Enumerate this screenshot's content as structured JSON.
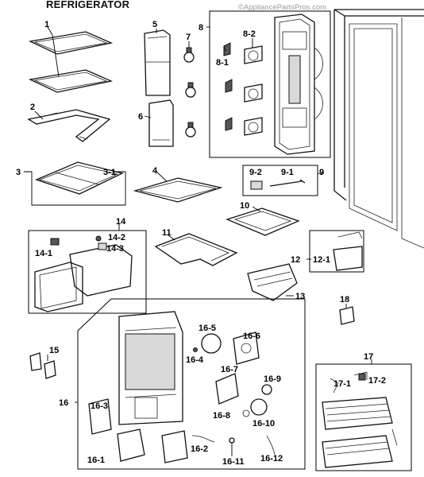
{
  "header": {
    "title": "REFRIGERATOR",
    "watermark": "©AppliancePartsPros.com"
  },
  "labels": {
    "l1": "1",
    "l2": "2",
    "l3": "3",
    "l3_1": "3-1",
    "l4": "4",
    "l5": "5",
    "l6": "6",
    "l7": "7",
    "l8": "8",
    "l8_1": "8-1",
    "l8_2": "8-2",
    "l9": "9",
    "l9_1": "9-1",
    "l9_2": "9-2",
    "l10": "10",
    "l11": "11",
    "l12": "12",
    "l12_1": "12-1",
    "l13": "13",
    "l14": "14",
    "l14_1": "14-1",
    "l14_2": "14-2",
    "l14_3": "14-3",
    "l15": "15",
    "l16": "16",
    "l16_1": "16-1",
    "l16_2": "16-2",
    "l16_3": "16-3",
    "l16_4": "16-4",
    "l16_5": "16-5",
    "l16_6": "16-6",
    "l16_7": "16-7",
    "l16_8": "16-8",
    "l16_9": "16-9",
    "l16_10": "16-10",
    "l16_11": "16-11",
    "l16_12": "16-12",
    "l17": "17",
    "l17_1": "17-1",
    "l17_2": "17-2",
    "l18": "18"
  }
}
